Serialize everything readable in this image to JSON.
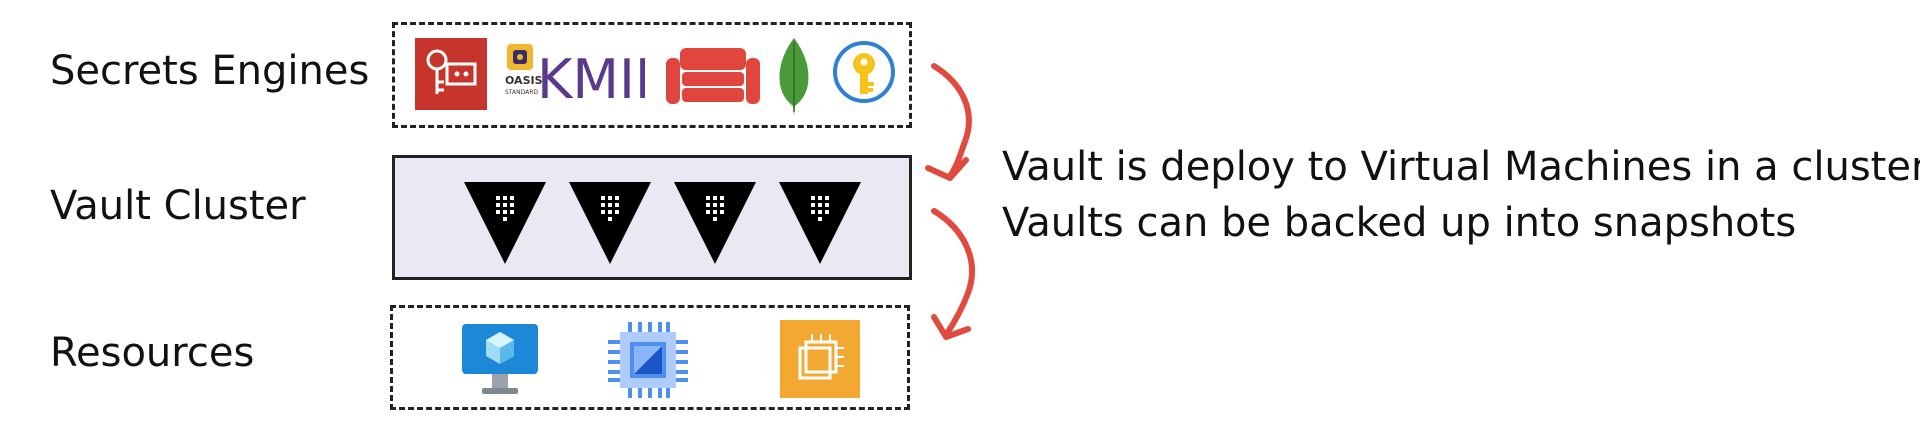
{
  "rows": [
    {
      "label": "Secrets Engines"
    },
    {
      "label": "Vault Cluster"
    },
    {
      "label": "Resources"
    }
  ],
  "note": [
    "Vault is deploy to Virtual Machines in a cluster.",
    "Vaults can be backed up into snapshots"
  ],
  "secrets_icons": [
    "aws-secrets-manager-icon",
    "kmip-icon",
    "couchdb-icon",
    "mongodb-icon",
    "key-vault-icon"
  ],
  "kmip": {
    "word": "KMIP",
    "oasis": "OASIS",
    "standard": "STANDARD"
  },
  "cluster_icons": [
    "vault-node-icon",
    "vault-node-icon",
    "vault-node-icon",
    "vault-node-icon"
  ],
  "resource_icons": [
    "azure-vm-icon",
    "gcp-compute-icon",
    "aws-ec2-icon"
  ],
  "colors": {
    "arrow": "#e04a3f",
    "cluster_bg": "#e8e9f3",
    "aws_red": "#c7342c",
    "kmip_purple": "#5b3a8c",
    "couch_red": "#e0463d",
    "mongo_green": "#4a9a3a",
    "key_yellow": "#f6c31a",
    "key_ring": "#2f7fd6",
    "vm_blue": "#1e88d8",
    "gcp_blue": "#4f8ff0",
    "ec2_orange": "#f3a832"
  }
}
